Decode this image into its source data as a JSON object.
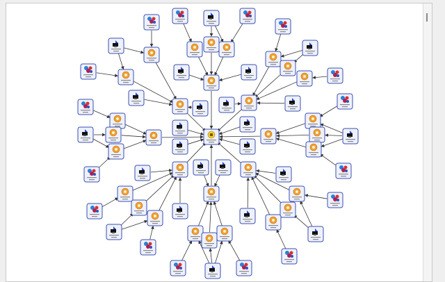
{
  "colors": {
    "edge": "#333333",
    "node_border": "#3b4fb0",
    "node_bg": "#eef1fb",
    "hub": "#f0a030",
    "printer": "#1e4fd8"
  },
  "nodes": [
    {
      "id": "C",
      "type": "center"
    },
    {
      "id": "H1",
      "type": "hub"
    },
    {
      "id": "H2",
      "type": "hub"
    },
    {
      "id": "H3",
      "type": "hub"
    },
    {
      "id": "H4",
      "type": "hub"
    },
    {
      "id": "H5",
      "type": "hub"
    },
    {
      "id": "H6",
      "type": "hub"
    },
    {
      "id": "H7",
      "type": "hub"
    },
    {
      "id": "H8",
      "type": "hub"
    },
    {
      "id": "a1",
      "type": "hub"
    },
    {
      "id": "a2",
      "type": "hub"
    },
    {
      "id": "a3",
      "type": "hub"
    },
    {
      "id": "a4",
      "type": "hub"
    },
    {
      "id": "a5",
      "type": "hub"
    },
    {
      "id": "a6",
      "type": "hub"
    },
    {
      "id": "a7",
      "type": "hub"
    },
    {
      "id": "a8",
      "type": "hub"
    },
    {
      "id": "a9",
      "type": "hub"
    },
    {
      "id": "a10",
      "type": "hub"
    },
    {
      "id": "a11",
      "type": "hub"
    },
    {
      "id": "a12",
      "type": "hub"
    },
    {
      "id": "a13",
      "type": "hub"
    },
    {
      "id": "a14",
      "type": "hub"
    },
    {
      "id": "a15",
      "type": "hub"
    },
    {
      "id": "a16",
      "type": "hub"
    },
    {
      "id": "a17",
      "type": "hub"
    },
    {
      "id": "a18",
      "type": "hub"
    },
    {
      "id": "a19",
      "type": "hub"
    },
    {
      "id": "a20",
      "type": "hub"
    },
    {
      "id": "a21",
      "type": "hub"
    },
    {
      "id": "a22",
      "type": "hub"
    },
    {
      "id": "a23",
      "type": "hub"
    },
    {
      "id": "a24",
      "type": "hub"
    },
    {
      "id": "p1",
      "type": "printer"
    },
    {
      "id": "p2",
      "type": "printer"
    },
    {
      "id": "p3",
      "type": "printer"
    },
    {
      "id": "p4",
      "type": "printer"
    },
    {
      "id": "p5",
      "type": "printer"
    },
    {
      "id": "p6",
      "type": "printer"
    },
    {
      "id": "p7",
      "type": "printer"
    },
    {
      "id": "p8",
      "type": "printer"
    },
    {
      "id": "p9",
      "type": "printer"
    },
    {
      "id": "p10",
      "type": "printer"
    },
    {
      "id": "p11",
      "type": "printer"
    },
    {
      "id": "p12",
      "type": "printer"
    },
    {
      "id": "p13",
      "type": "printer"
    },
    {
      "id": "p14",
      "type": "printer"
    },
    {
      "id": "p15",
      "type": "printer"
    },
    {
      "id": "p16",
      "type": "printer"
    },
    {
      "id": "p17",
      "type": "printer"
    },
    {
      "id": "p18",
      "type": "printer"
    },
    {
      "id": "p19",
      "type": "printer"
    },
    {
      "id": "p20",
      "type": "printer"
    },
    {
      "id": "p21",
      "type": "printer"
    },
    {
      "id": "p22",
      "type": "printer"
    },
    {
      "id": "p23",
      "type": "printer"
    },
    {
      "id": "p24",
      "type": "printer"
    },
    {
      "id": "s1",
      "type": "service"
    },
    {
      "id": "s2",
      "type": "service"
    },
    {
      "id": "s3",
      "type": "service"
    },
    {
      "id": "s4",
      "type": "service"
    },
    {
      "id": "s5",
      "type": "service"
    },
    {
      "id": "s6",
      "type": "service"
    },
    {
      "id": "s7",
      "type": "service"
    },
    {
      "id": "s8",
      "type": "service"
    },
    {
      "id": "s9",
      "type": "service"
    },
    {
      "id": "s10",
      "type": "service"
    },
    {
      "id": "s11",
      "type": "service"
    },
    {
      "id": "s12",
      "type": "service"
    },
    {
      "id": "s13",
      "type": "service"
    },
    {
      "id": "s14",
      "type": "service"
    },
    {
      "id": "s15",
      "type": "service"
    },
    {
      "id": "s16",
      "type": "service"
    }
  ],
  "edges": [
    [
      "H1",
      "C"
    ],
    [
      "H2",
      "C"
    ],
    [
      "H3",
      "C"
    ],
    [
      "H4",
      "C"
    ],
    [
      "H5",
      "C"
    ],
    [
      "H6",
      "C"
    ],
    [
      "H7",
      "C"
    ],
    [
      "H8",
      "C"
    ],
    [
      "p8",
      "C"
    ],
    [
      "p9",
      "C"
    ],
    [
      "p15",
      "C"
    ],
    [
      "p18",
      "C"
    ],
    [
      "a1",
      "H1"
    ],
    [
      "a2",
      "H1"
    ],
    [
      "p5",
      "H1"
    ],
    [
      "p6",
      "H1"
    ],
    [
      "a3",
      "H3"
    ],
    [
      "a4",
      "H3"
    ],
    [
      "a5",
      "H3"
    ],
    [
      "p3",
      "H3"
    ],
    [
      "p4",
      "H3"
    ],
    [
      "a6",
      "H2"
    ],
    [
      "a7",
      "H2"
    ],
    [
      "a8",
      "H2"
    ],
    [
      "p7",
      "H2"
    ],
    [
      "p10",
      "H2"
    ],
    [
      "a12",
      "H4"
    ],
    [
      "a13",
      "H4"
    ],
    [
      "a14",
      "H4"
    ],
    [
      "a9",
      "H5"
    ],
    [
      "a10",
      "H5"
    ],
    [
      "a11",
      "H5"
    ],
    [
      "a15",
      "H6"
    ],
    [
      "a16",
      "H6"
    ],
    [
      "a17",
      "H6"
    ],
    [
      "p14",
      "H6"
    ],
    [
      "p21",
      "H6"
    ],
    [
      "a18",
      "H7"
    ],
    [
      "a19",
      "H7"
    ],
    [
      "a20",
      "H7"
    ],
    [
      "p19",
      "H7"
    ],
    [
      "p22",
      "H7"
    ],
    [
      "a21",
      "H8"
    ],
    [
      "a22",
      "H8"
    ],
    [
      "a23",
      "H8"
    ],
    [
      "p16",
      "H8"
    ],
    [
      "p17",
      "H8"
    ],
    [
      "s5",
      "a1"
    ],
    [
      "p1",
      "a1"
    ],
    [
      "s1",
      "a2"
    ],
    [
      "p1",
      "a2"
    ],
    [
      "s2",
      "a3"
    ],
    [
      "p2",
      "a4"
    ],
    [
      "s3",
      "a5"
    ],
    [
      "p2",
      "a5"
    ],
    [
      "s4",
      "a6"
    ],
    [
      "p11",
      "a6"
    ],
    [
      "p11",
      "a7"
    ],
    [
      "s6",
      "a8"
    ],
    [
      "s7",
      "a9"
    ],
    [
      "p13",
      "a9"
    ],
    [
      "p13",
      "a10"
    ],
    [
      "s10",
      "a11"
    ],
    [
      "p13",
      "a11"
    ],
    [
      "s8",
      "a12"
    ],
    [
      "p12",
      "a13"
    ],
    [
      "s9",
      "a14"
    ],
    [
      "p12",
      "a14"
    ],
    [
      "s11",
      "a15"
    ],
    [
      "p20",
      "a16"
    ],
    [
      "s13",
      "a17"
    ],
    [
      "p20",
      "a17"
    ],
    [
      "s12",
      "a18"
    ],
    [
      "p23",
      "a18"
    ],
    [
      "p23",
      "a19"
    ],
    [
      "s14",
      "a20"
    ],
    [
      "s15",
      "a21"
    ],
    [
      "p24",
      "a21"
    ],
    [
      "p24",
      "a22"
    ],
    [
      "s16",
      "a23"
    ],
    [
      "p24",
      "a23"
    ]
  ]
}
